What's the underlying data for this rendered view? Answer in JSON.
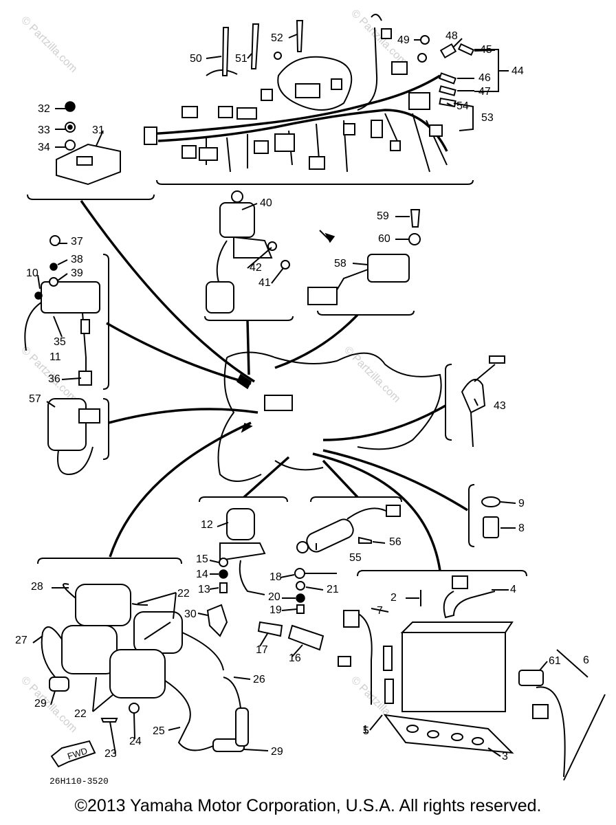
{
  "diagram": {
    "code": "26H110-3520",
    "direction_tag": "FWD",
    "watermark": "© Partzilla.com",
    "callouts": [
      "1",
      "2",
      "3",
      "4",
      "5",
      "6",
      "7",
      "8",
      "9",
      "10",
      "11",
      "12",
      "13",
      "14",
      "15",
      "16",
      "17",
      "18",
      "19",
      "20",
      "21",
      "22",
      "23",
      "24",
      "25",
      "26",
      "27",
      "28",
      "29",
      "30",
      "31",
      "32",
      "33",
      "34",
      "35",
      "36",
      "37",
      "38",
      "39",
      "40",
      "41",
      "42",
      "43",
      "44",
      "45",
      "46",
      "47",
      "48",
      "49",
      "50",
      "51",
      "52",
      "53",
      "54",
      "55",
      "56",
      "57",
      "58",
      "59",
      "60",
      "61"
    ]
  },
  "footer": {
    "copyright": "©2013 Yamaha Motor Corporation, U.S.A. All rights reserved."
  }
}
